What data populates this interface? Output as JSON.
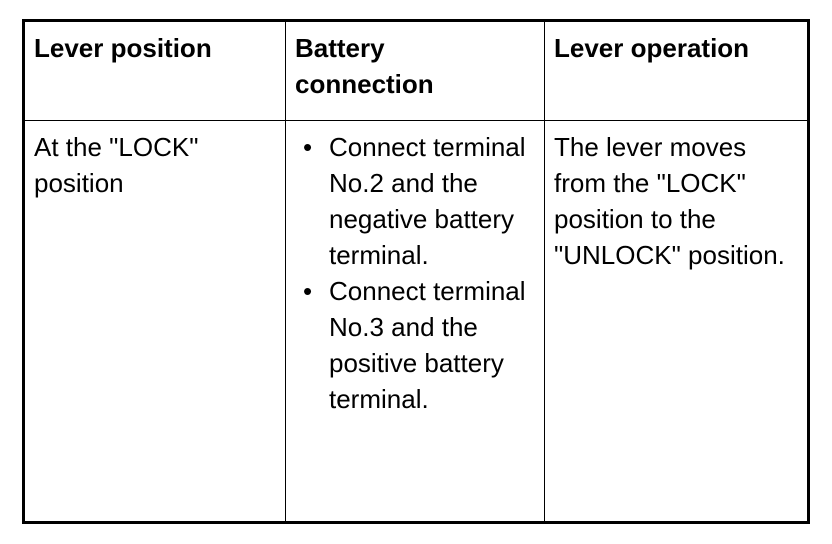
{
  "document": {
    "background_color": "#ffffff",
    "text_color": "#000000",
    "border_color": "#000000"
  },
  "table": {
    "name": "lever-position-battery-connection-table",
    "headers": [
      "Lever position",
      "Battery\nconnection",
      "Lever operation"
    ],
    "rows": [
      {
        "lever_position": "At the \"LOCK\"\nposition",
        "battery_connection": {
          "marker": "•",
          "items": [
            "Connect terminal No.2 and the negative battery terminal.",
            "Connect terminal No.3 and the positive battery terminal."
          ]
        },
        "lever_operation": "The lever moves from the \"LOCK\" position to the \"UNLOCK\" position."
      }
    ]
  }
}
